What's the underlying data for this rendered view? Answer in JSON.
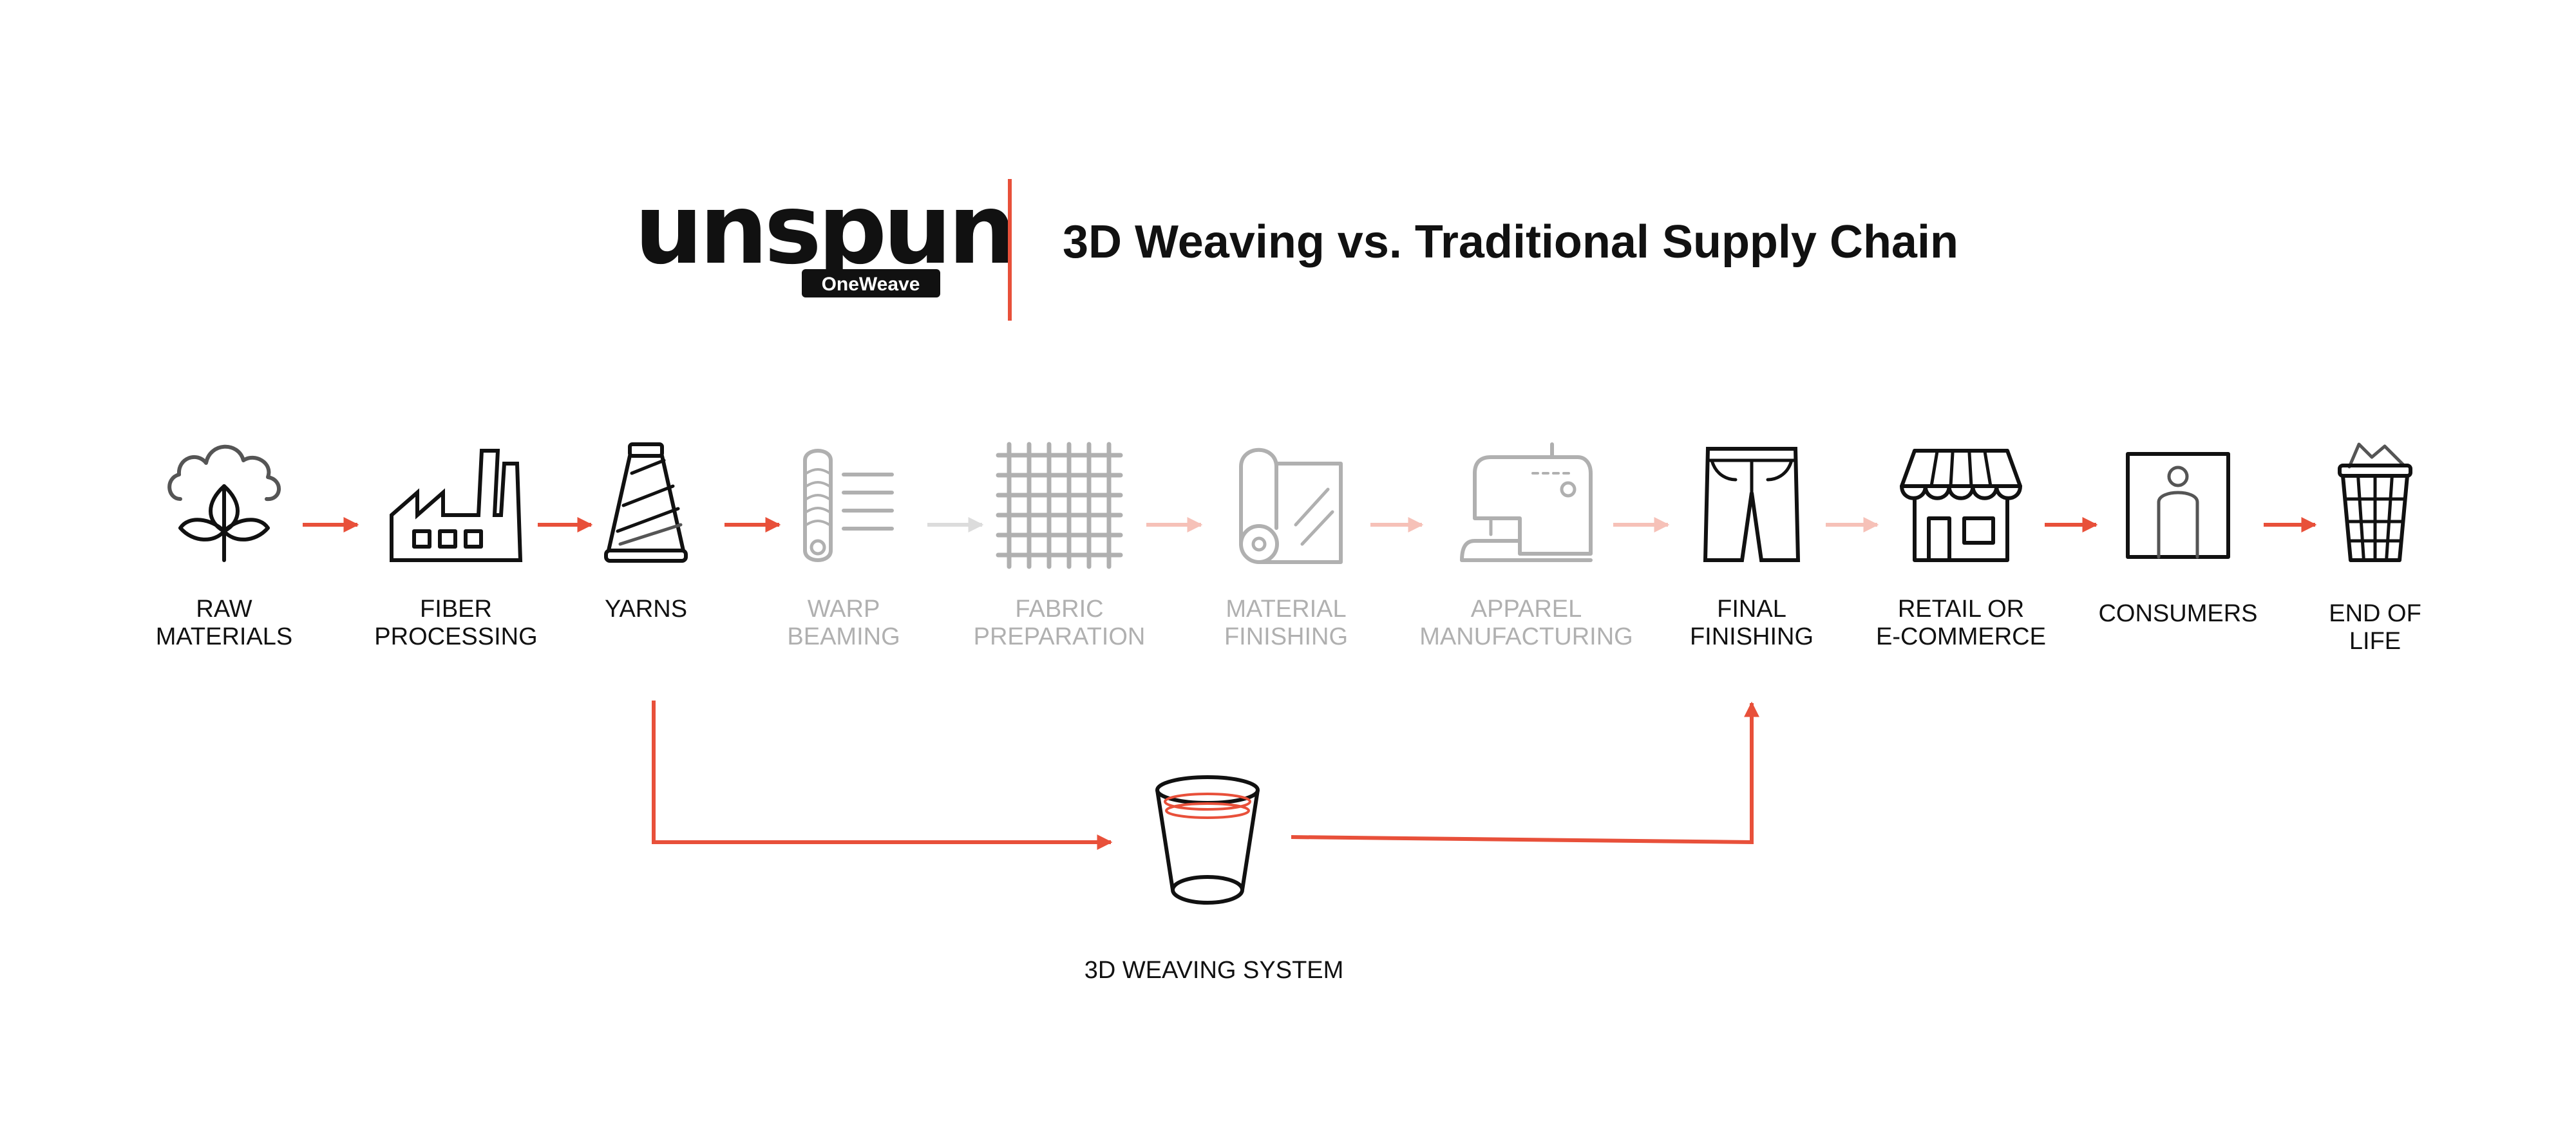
{
  "brand": {
    "name": "unspun",
    "badge": "OneWeave"
  },
  "title": "3D Weaving vs. Traditional Supply Chain",
  "colors": {
    "active": "#111111",
    "inactive": "#b0b0b0",
    "accent": "#e8503a",
    "accent_faded": "#f6c1b8",
    "arrow_grey": "#dcdcdc"
  },
  "steps": [
    {
      "icon": "cotton-plant-icon",
      "lines": [
        "RAW",
        "MATERIALS"
      ],
      "state": "active"
    },
    {
      "icon": "factory-icon",
      "lines": [
        "FIBER",
        "PROCESSING"
      ],
      "state": "active"
    },
    {
      "icon": "yarn-spool-icon",
      "lines": [
        "YARNS"
      ],
      "state": "active"
    },
    {
      "icon": "warp-beam-icon",
      "lines": [
        "WARP",
        "BEAMING"
      ],
      "state": "inactive"
    },
    {
      "icon": "fabric-grid-icon",
      "lines": [
        "FABRIC",
        "PREPARATION"
      ],
      "state": "inactive"
    },
    {
      "icon": "fabric-roll-icon",
      "lines": [
        "MATERIAL",
        "FINISHING"
      ],
      "state": "inactive"
    },
    {
      "icon": "sewing-machine-icon",
      "lines": [
        "APPAREL",
        "MANUFACTURING"
      ],
      "state": "inactive"
    },
    {
      "icon": "pants-icon",
      "lines": [
        "FINAL",
        "FINISHING"
      ],
      "state": "active"
    },
    {
      "icon": "storefront-icon",
      "lines": [
        "RETAIL OR",
        "E-COMMERCE"
      ],
      "state": "active"
    },
    {
      "icon": "person-icon",
      "lines": [
        "CONSUMERS"
      ],
      "state": "active"
    },
    {
      "icon": "waste-basket-icon",
      "lines": [
        "END OF",
        "LIFE"
      ],
      "state": "active"
    }
  ],
  "arrows": [
    "accent",
    "accent",
    "accent",
    "grey",
    "faded",
    "faded",
    "faded",
    "faded",
    "accent",
    "accent"
  ],
  "weaving_system": {
    "icon": "3d-weaving-cup-icon",
    "label": "3D WEAVING SYSTEM"
  }
}
